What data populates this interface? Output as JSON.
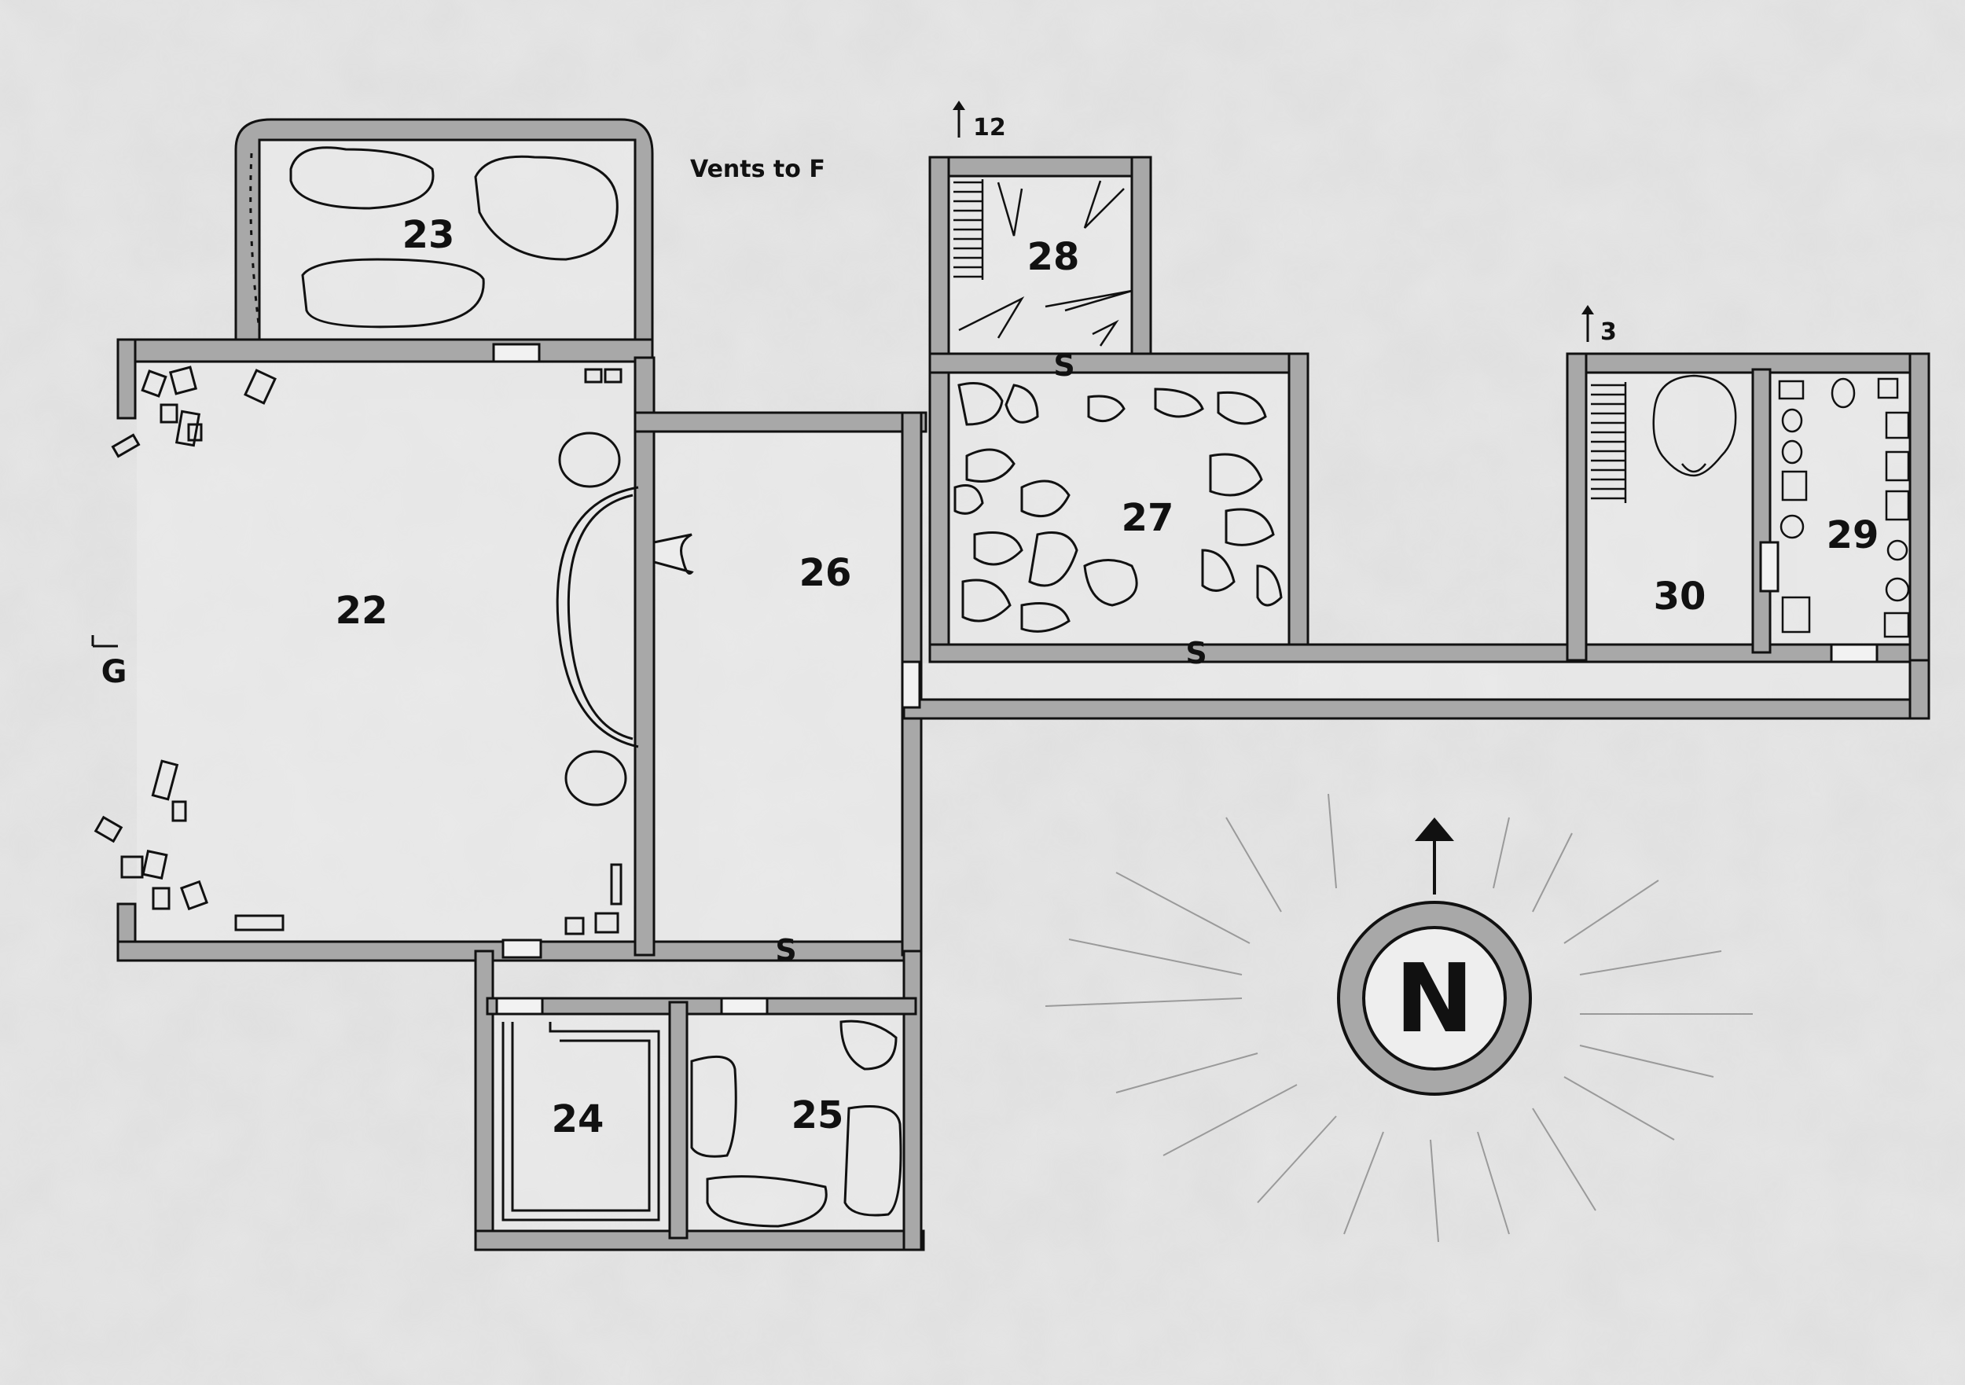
{
  "map": {
    "notes": {
      "vents": "Vents to F",
      "exit_g": "G",
      "stairs_12": "12",
      "stairs_3": "3"
    },
    "rooms": {
      "r22": "22",
      "r23": "23",
      "r24": "24",
      "r25": "25",
      "r26": "26",
      "r27": "27",
      "r28": "28",
      "r29": "29",
      "r30": "30"
    },
    "secret_door": "S",
    "compass": {
      "label": "N"
    },
    "colors": {
      "paper": "#e6e6e6",
      "wall_fill": "#a8a8a8",
      "ink": "#111111",
      "floor": "#ececec"
    }
  }
}
